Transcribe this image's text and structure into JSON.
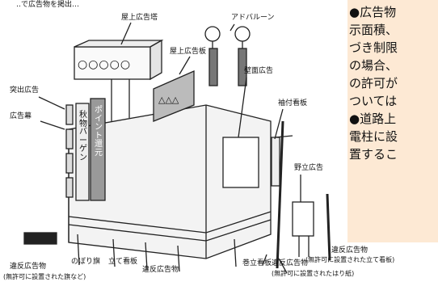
{
  "header_fragment": "‥で広告物を掲出…",
  "labels": {
    "rooftop_tower": "屋上広告塔",
    "ad_balloon": "アドバルーン",
    "rooftop_board": "屋上広告板",
    "protruding": "突出広告",
    "wall": "壁面広告",
    "curtain": "広告幕",
    "side_sign": "袖付看板",
    "standalone": "野立広告",
    "nobori": "のぼり旗",
    "standing_sign": "立て看板",
    "pole_sign": "巻立看板",
    "violation_1": "違反広告物",
    "violation_1_note": "(無許可に設置された立て看板)",
    "violation_2": "違反広告物",
    "violation_2_note": "(無許可に設置されたはり紙)",
    "violation_3": "違反広告物",
    "violation_3_note": "(無許可に設置された旗など)",
    "violation_4": "違反広告物"
  },
  "banner_text": {
    "point": "ポイント還元",
    "bargain": "秋物バーゲン",
    "circles": "○○○○○",
    "triangles": "△△△"
  },
  "side_panel": {
    "lines": [
      "●広告物",
      "示面積、",
      "づき制限",
      "の場合、",
      "の許可が",
      "ついては",
      "●道路上",
      "電柱に設",
      "置するこ"
    ],
    "bg_color": "#fde9d4"
  }
}
